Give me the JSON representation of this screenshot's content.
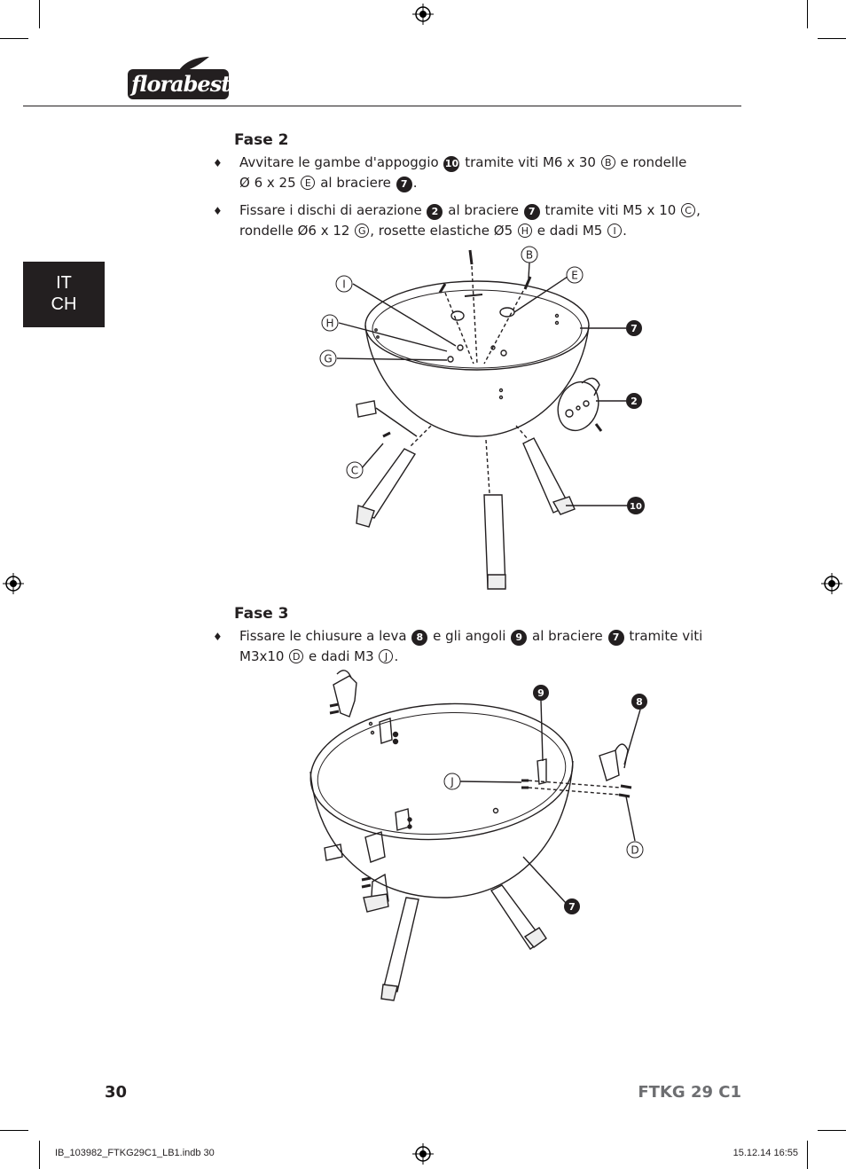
{
  "brand": {
    "logo_text": "florabest",
    "registered": "®"
  },
  "language_tab": {
    "line1": "IT",
    "line2": "CH"
  },
  "phase2": {
    "title": "Fase 2",
    "bullets": [
      {
        "marker": "♦",
        "parts": [
          "Avvitare le gambe d'appoggio",
          "10",
          "tramite viti M6 x 30",
          "B",
          "e rondelle",
          "Ø 6 x 25",
          "E",
          "al braciere",
          "7",
          "."
        ]
      },
      {
        "marker": "♦",
        "parts": [
          "Fissare i dischi di aerazione",
          "2",
          "al braciere",
          "7",
          "tramite viti M5 x 10",
          "C",
          ",",
          "rondelle Ø6 x 12",
          "G",
          ", rosette elastiche Ø5",
          "H",
          "e dadi M5",
          "I",
          "."
        ]
      }
    ],
    "figure_labels": {
      "I": "I",
      "H": "H",
      "G": "G",
      "C": "C",
      "B": "B",
      "E": "E",
      "n7": "7",
      "n2": "2",
      "n10": "10"
    }
  },
  "phase3": {
    "title": "Fase 3",
    "bullets": [
      {
        "marker": "♦",
        "parts": [
          "Fissare le chiusure a leva",
          "8",
          "e gli angoli",
          "9",
          "al braciere",
          "7",
          "tramite viti",
          "M3x10",
          "D",
          "e dadi M3",
          "J",
          "."
        ]
      }
    ],
    "figure_labels": {
      "J": "J",
      "D": "D",
      "n9": "9",
      "n8": "8",
      "n7": "7"
    }
  },
  "footer": {
    "page_number": "30",
    "model": "FTKG 29 C1",
    "file": "IB_103982_FTKG29C1_LB1.indb   30",
    "datetime": "15.12.14   16:55"
  }
}
